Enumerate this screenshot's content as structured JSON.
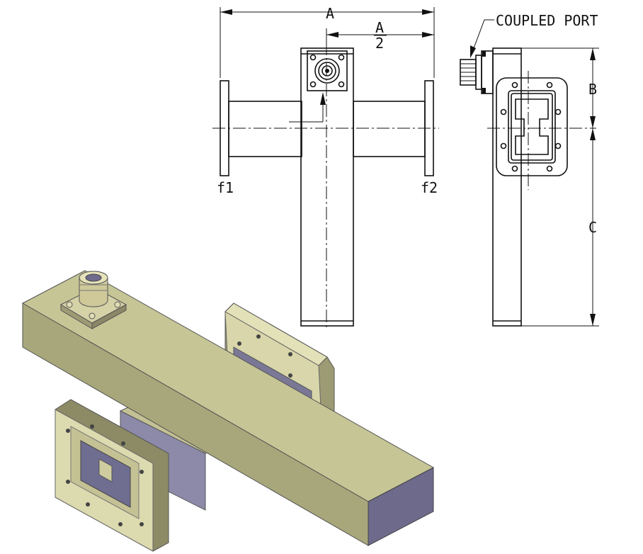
{
  "labels": {
    "dim_a": "A",
    "dim_half_num": "A",
    "dim_half_den": "2",
    "dim_b": "B",
    "dim_c": "C",
    "port_f1": "f1",
    "port_f2": "f2",
    "coupled_port": "COUPLED PORT"
  },
  "colors": {
    "line": "#111111",
    "body_top": "#c9c89a",
    "body_front": "#a9a87c",
    "body_dark": "#6f6c8e",
    "flange": "#d6d4a8",
    "flange_edge": "#8d8b66"
  }
}
